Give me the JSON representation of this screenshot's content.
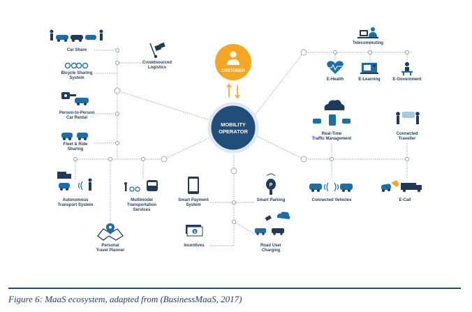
{
  "center": {
    "label_line1": "MOBILITY",
    "label_line2": "OPERATOR"
  },
  "customer": {
    "label": "CUSTOMER"
  },
  "nodes": {
    "car_share": "Car Share",
    "bicycle_sharing_1": "Bicycle Sharing",
    "bicycle_sharing_2": "System",
    "crowdsourced_1": "Crowdsourced",
    "crowdsourced_2": "Logistics",
    "p2p_1": "Person-to-Person",
    "p2p_2": "Car Rental",
    "fleet_1": "Fleet & Ride",
    "fleet_2": "Sharing",
    "telecommuting": "Telecommuting",
    "ehealth": "E-Health",
    "elearning": "E-Learning",
    "egovernment": "E-Government",
    "traffic_1": "Real-Time",
    "traffic_2": "Traffic Management",
    "connected_traveller_1": "Connected",
    "connected_traveller_2": "Traveller",
    "autonomous_1": "Autonomous",
    "autonomous_2": "Transport System",
    "multimodel_1": "Multimodel",
    "multimodel_2": "Transportation",
    "multimodel_3": "Services",
    "smart_payment_1": "Smart Payment",
    "smart_payment_2": "System",
    "smart_parking": "Smart Parking",
    "connected_vehicles": "Connected Vehicles",
    "ecall": "E-Call",
    "personal_planner_1": "Personal",
    "personal_planner_2": "Travel Planner",
    "incentives": "Incentives",
    "road_user_1": "Road User",
    "road_user_2": "Charging"
  },
  "colors": {
    "accent_orange": "#f5a623",
    "center_blue": "#1f4e79",
    "icon_blue": "#1a6fa8"
  },
  "caption": "Figure 6: MaaS ecosystem, adapted from (BusinessMaaS, 2017)"
}
